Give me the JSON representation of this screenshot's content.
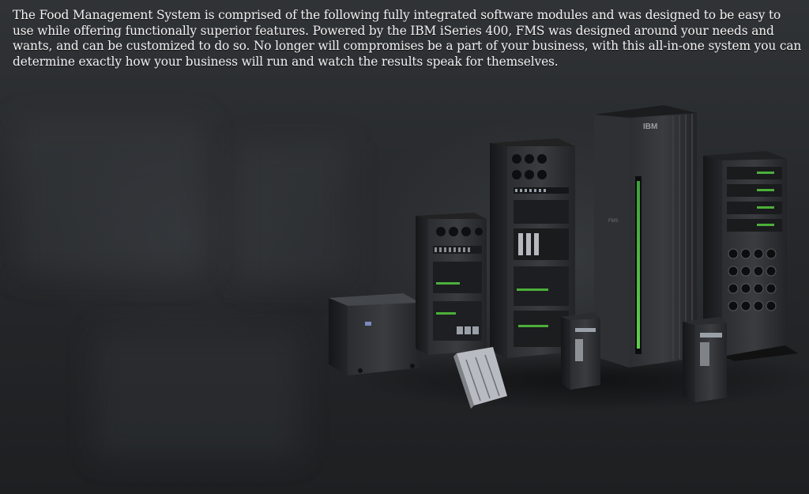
{
  "intro": {
    "paragraph": "The Food Management System is comprised of the following fully integrated software modules and was designed to be easy to use while offering functionally superior features.  Powered by the IBM iSeries 400, FMS was designed around your needs and wants, and can be customized to do so.  No longer will compromises be a part of your business, with this all-in-one system you can determine exactly how your business will run and watch the results speak for themselves."
  },
  "illustration": {
    "name": "ibm-iseries-server-family",
    "brand_labels": [
      "IBM",
      "FMS"
    ],
    "accent_color": "#4caf3a"
  }
}
